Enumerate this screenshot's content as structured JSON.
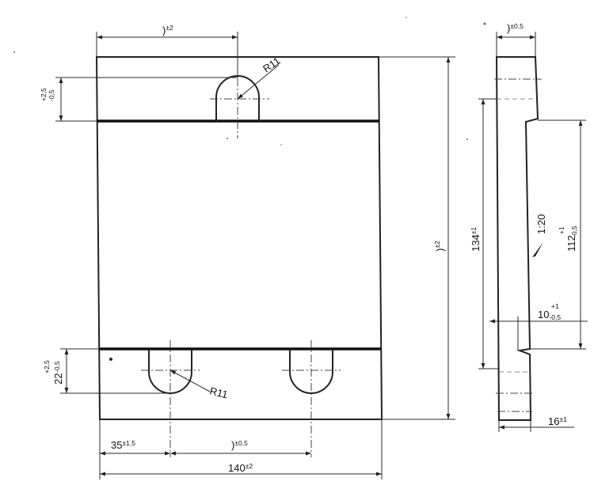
{
  "front_view": {
    "dim_top_width": {
      "text": ")",
      "tol": "±2"
    },
    "dim_total_height": {
      "text": ")",
      "tol": "±2"
    },
    "dim_upper_slot_height": {
      "upper_dev": "+2,5",
      "lower_dev": "-0,5"
    },
    "dim_lower_slot_height": {
      "upper_dev": "+2,5",
      "nominal": "22",
      "lower_dev": "-0,5"
    },
    "radius_upper": "R11",
    "radius_lower": "R11",
    "dim_slot_offset": {
      "text": "35",
      "tol": "±1,5"
    },
    "dim_slot_spacing": {
      "text": ")",
      "tol": "±0,5"
    },
    "dim_bottom_width": {
      "text": "140",
      "tol": "±2"
    }
  },
  "side_view": {
    "dim_top_thickness": {
      "text": ")",
      "tol": "±0,5"
    },
    "dim_height_134": {
      "text": "134",
      "tol": "±1"
    },
    "taper": "1:20",
    "dim_height_112": {
      "nominal": "112",
      "upper_dev": "+1",
      "lower_dev": "-0,5"
    },
    "dim_min_thickness": {
      "nominal": "10",
      "upper_dev": "+1",
      "lower_dev": "-0,5"
    },
    "dim_bottom_thickness": {
      "text": "16",
      "tol": "±1"
    }
  }
}
